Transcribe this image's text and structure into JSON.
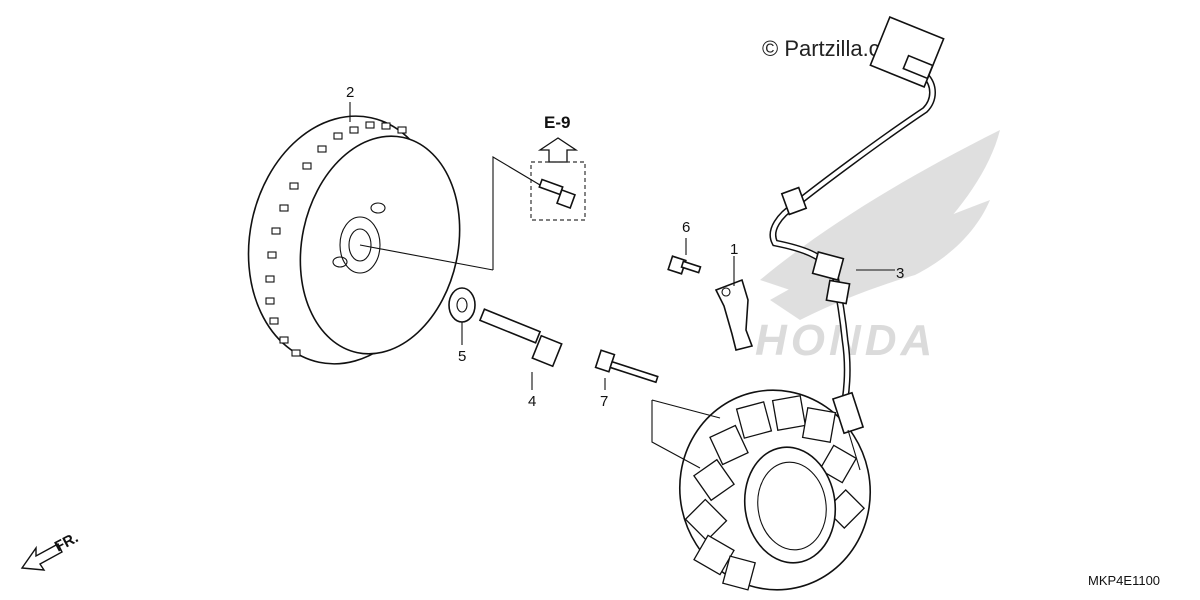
{
  "watermark": "© Partzilla.com",
  "section_ref": "E-9",
  "drawing_code": "MKP4E1100",
  "direction_label": "FR.",
  "brand_watermark": "HONDA",
  "callouts": [
    {
      "id": "1",
      "label": "1"
    },
    {
      "id": "2",
      "label": "2"
    },
    {
      "id": "3",
      "label": "3"
    },
    {
      "id": "4",
      "label": "4"
    },
    {
      "id": "5",
      "label": "5"
    },
    {
      "id": "6",
      "label": "6"
    },
    {
      "id": "7",
      "label": "7"
    }
  ],
  "icons": {
    "flywheel": "flywheel-icon",
    "stator": "stator-icon",
    "wire_harness": "wire-harness-icon",
    "bolt": "bolt-icon",
    "washer": "washer-icon",
    "clamp": "clamp-icon",
    "brand_logo": "honda-wing-icon"
  }
}
